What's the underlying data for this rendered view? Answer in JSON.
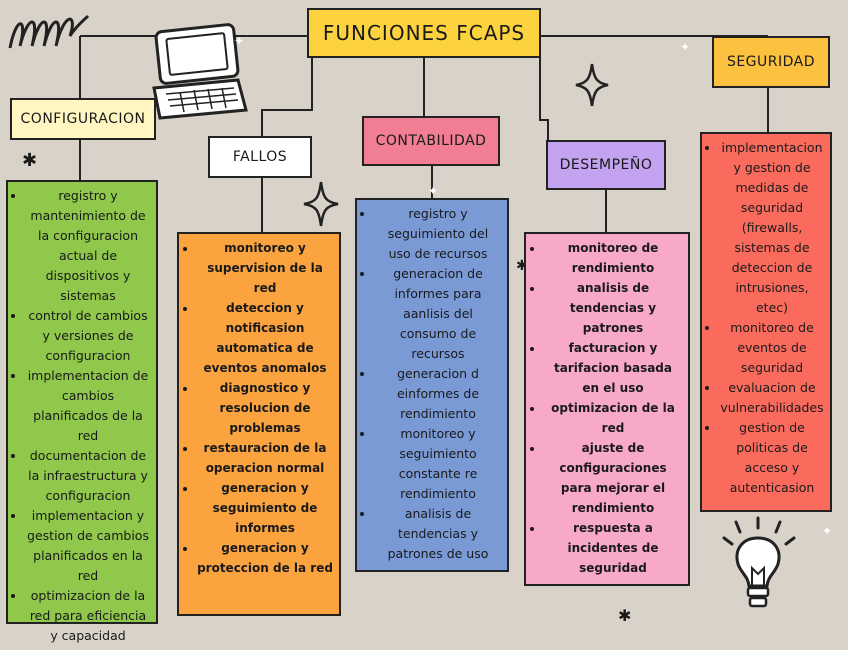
{
  "title": "FUNCIONES FCAPS",
  "colors": {
    "background": "#d8d2c8",
    "title": "#fcd23f",
    "configuracion_box": "#8fc84a",
    "fallos_box": "#fba33f",
    "contabilidad_box": "#7a9ad6",
    "desempeno_box": "#f8a9c9",
    "seguridad_box": "#fb6b5d",
    "contabilidad_title": "#f17e92",
    "desempeno_title": "#c3a2f0",
    "seguridad_title": "#fcc13f",
    "label_box": "#fff6c2"
  },
  "columns": [
    {
      "id": "configuracion",
      "title": "CONFIGURACION",
      "items": [
        "registro y mantenimiento de la configuracion actual de dispositivos y sistemas",
        "control de cambios y versiones de configuracion",
        "implementacion de cambios planificados de la red",
        "documentacion de la infraestructura y configuracion",
        "implementacion y gestion de cambios planificados en la red",
        "optimizacion de la red para eficiencia y capacidad"
      ]
    },
    {
      "id": "fallos",
      "title": "FALLOS",
      "items": [
        "monitoreo y supervision de la red",
        "deteccion y notificasion automatica de eventos anomalos",
        "diagnostico y resolucion de problemas",
        "restauracion de la operacion normal",
        "generacion y seguimiento de informes",
        "generacion y proteccion de la red"
      ]
    },
    {
      "id": "contabilidad",
      "title": "CONTABILIDAD",
      "items": [
        "registro y seguimiento del uso de recursos",
        "generacion de informes para aanlisis del consumo de recursos",
        "generacion d einformes de rendimiento",
        "monitoreo y seguimiento constante re rendimiento",
        "analisis de tendencias y patrones de uso"
      ]
    },
    {
      "id": "desempeno",
      "title": "DESEMPEÑO",
      "items": [
        "monitoreo de rendimiento",
        "analisis de tendencias y patrones",
        "facturacion y tarifacion basada en el uso",
        "optimizacion de la red",
        "ajuste de configuraciones para mejorar el rendimiento",
        "respuesta a incidentes de seguridad"
      ]
    },
    {
      "id": "seguridad",
      "title": "SEGURIDAD",
      "items": [
        "implementacion y gestion de medidas de seguridad (firewalls, sistemas de deteccion de intrusiones, etec)",
        "monitoreo de eventos de seguridad",
        "evaluacion de vulnerabilidades",
        "gestion de politicas de acceso y autenticasion"
      ]
    }
  ]
}
